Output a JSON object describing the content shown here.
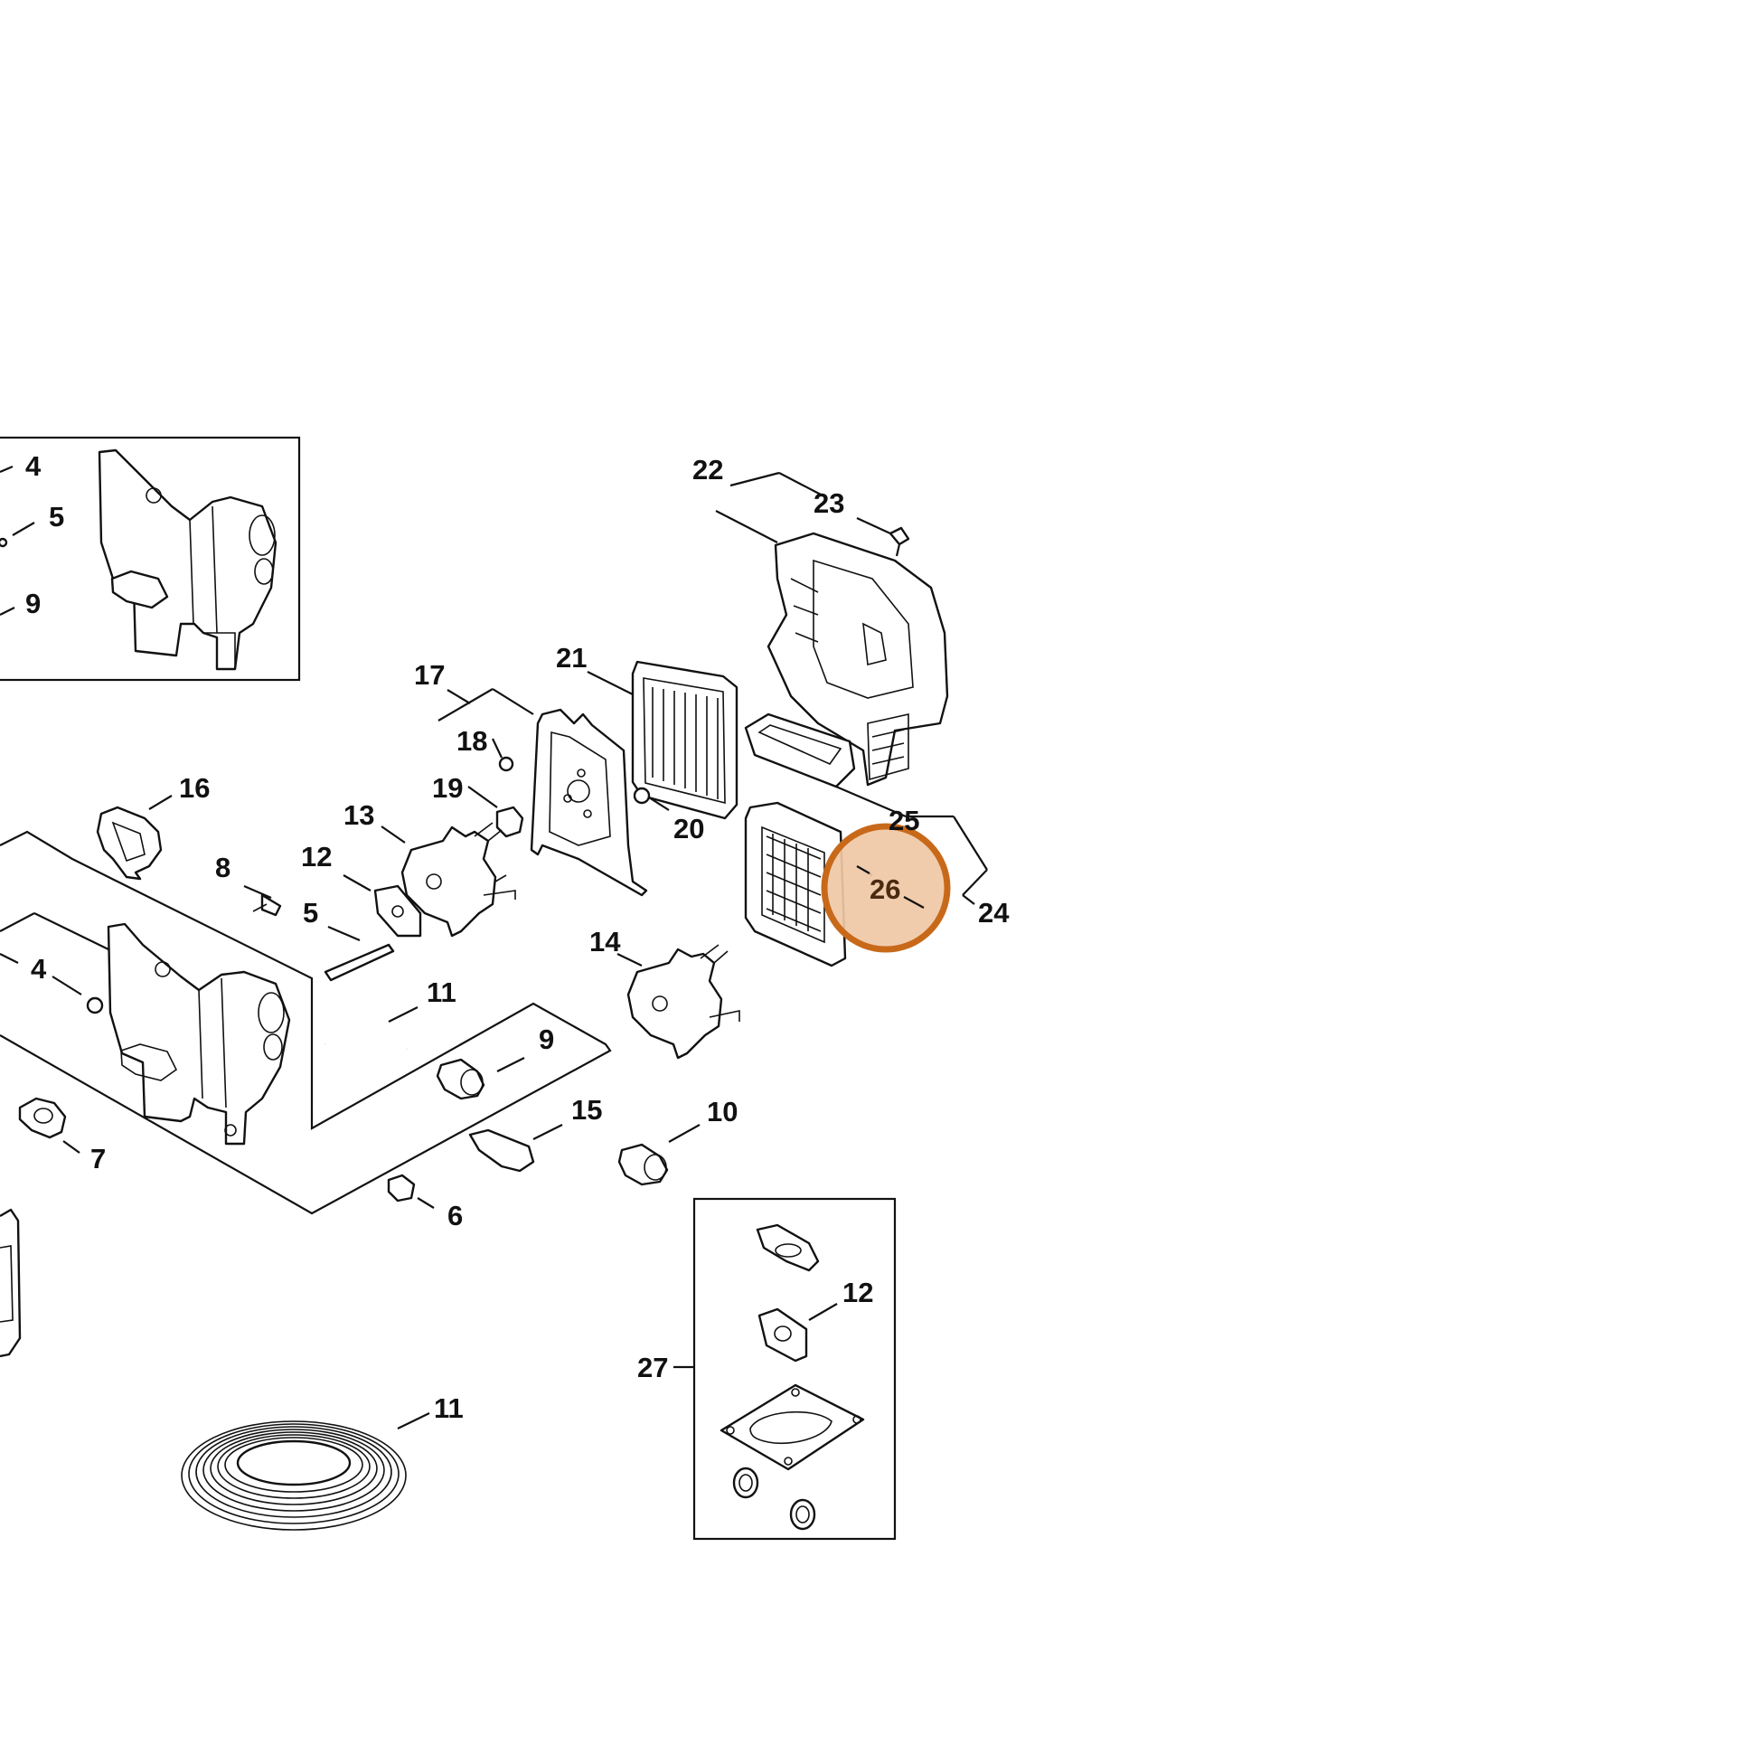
{
  "callouts": {
    "c4a": "4",
    "c5a": "5",
    "c9a": "9",
    "c22": "22",
    "c23": "23",
    "c21": "21",
    "c17": "17",
    "c18": "18",
    "c19": "19",
    "c16": "16",
    "c13": "13",
    "c20": "20",
    "c25": "25",
    "c26": "26",
    "c24": "24",
    "c8": "8",
    "c12a": "12",
    "c5b": "5",
    "c14": "14",
    "c4b": "4",
    "c11a": "11",
    "c9b": "9",
    "c15": "15",
    "c10": "10",
    "c7": "7",
    "c6": "6",
    "c12b": "12",
    "c27": "27",
    "c11b": "11"
  },
  "highlight": {
    "target": "26",
    "color": "#c8691a",
    "fill": "#efc8a5"
  }
}
